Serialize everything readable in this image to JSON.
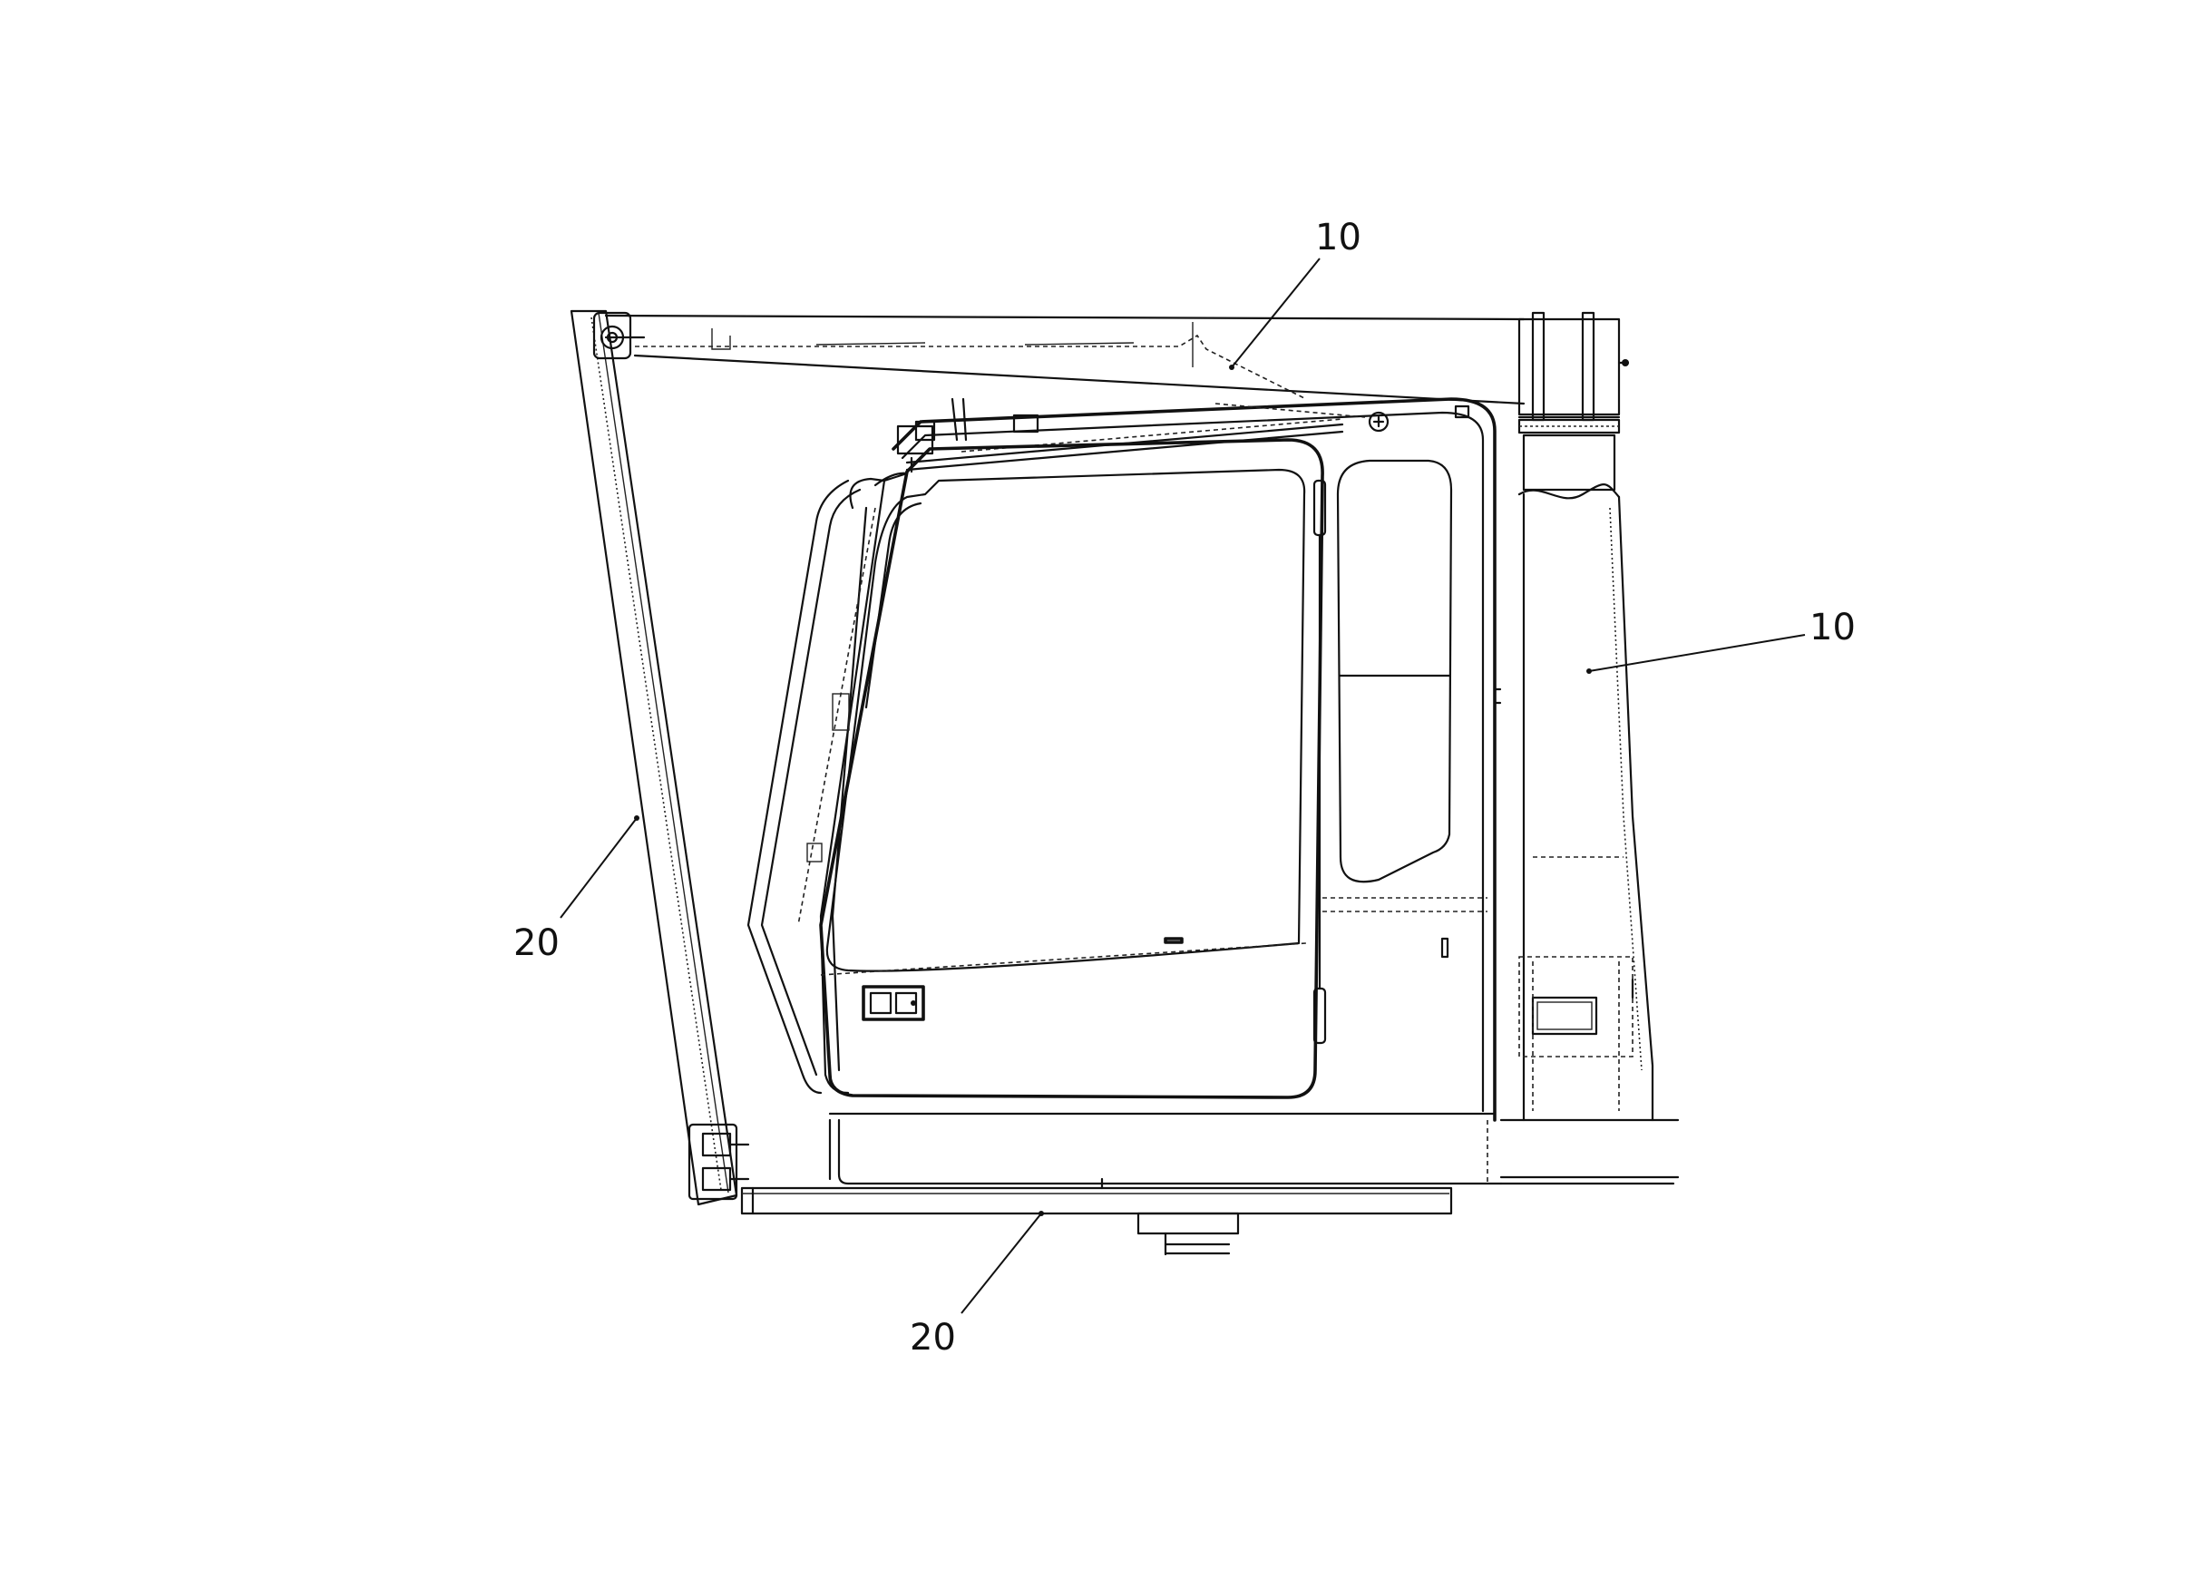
{
  "callouts": [
    {
      "id": "top",
      "label": "10"
    },
    {
      "id": "right",
      "label": "10"
    },
    {
      "id": "left",
      "label": "20"
    },
    {
      "id": "bottom",
      "label": "20"
    }
  ],
  "colors": {
    "ink": "#111111",
    "paper": "#ffffff"
  }
}
